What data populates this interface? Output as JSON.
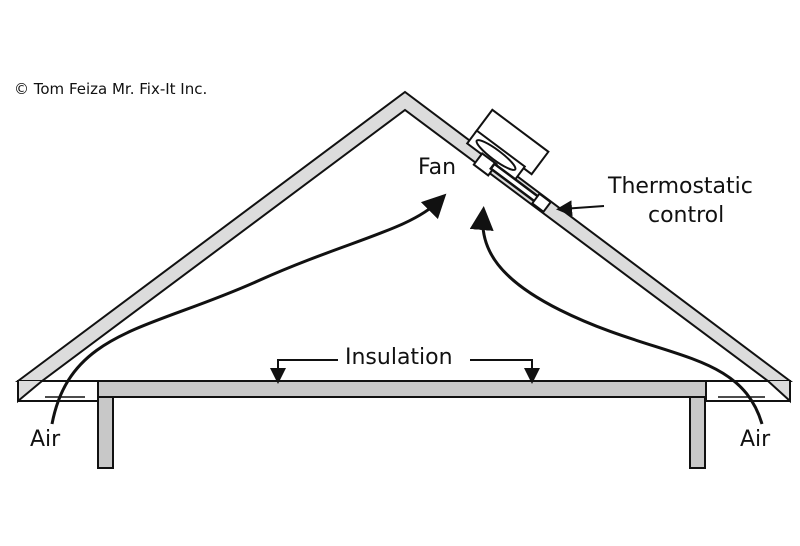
{
  "copyright": "© Tom Feiza Mr. Fix-It Inc.",
  "labels": {
    "fan": "Fan",
    "thermostatic_line1": "Thermostatic",
    "thermostatic_line2": "control",
    "insulation": "Insulation",
    "air_left": "Air",
    "air_right": "Air"
  },
  "colors": {
    "fill": "#d6d6d6",
    "stroke": "#111111",
    "joist": "#c8c8c8"
  }
}
